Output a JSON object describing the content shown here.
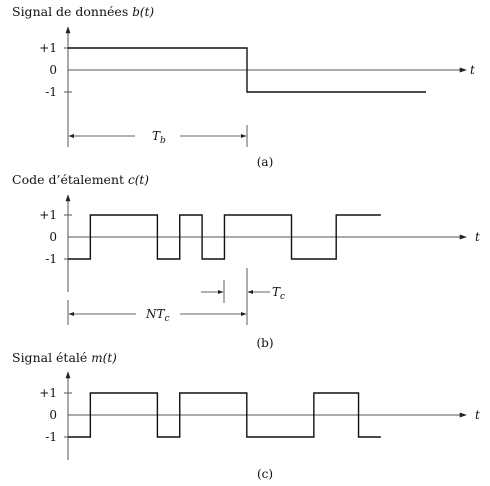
{
  "panels": [
    {
      "title_prefix": "Signal de données ",
      "title_var": "b(t)",
      "levels": [
        "+1",
        "0",
        "-1"
      ],
      "axis_var": "t",
      "caption": "(a)",
      "waveform": {
        "transitions": [
          0,
          179
        ],
        "levels": [
          1,
          -1
        ]
      },
      "measure": {
        "label": "T",
        "subscript": "b"
      }
    },
    {
      "title_prefix": "Code d’étalement ",
      "title_var": "c(t)",
      "levels": [
        "+1",
        "0",
        "-1"
      ],
      "axis_var": "t",
      "caption": "(b)",
      "waveform": {
        "chips": [
          -1,
          1,
          1,
          1,
          -1,
          1,
          -1,
          1,
          1,
          1,
          -1,
          -1,
          1,
          1
        ]
      },
      "measure_chip": {
        "label": "T",
        "subscript": "c"
      },
      "measure_period": {
        "label": "NT",
        "subscript": "c"
      }
    },
    {
      "title_prefix": "Signal étalé ",
      "title_var": "m(t)",
      "levels": [
        "+1",
        "0",
        "-1"
      ],
      "axis_var": "t",
      "caption": "(c)",
      "waveform": {
        "chips": [
          -1,
          1,
          1,
          1,
          -1,
          1,
          1,
          1,
          -1,
          -1,
          -1,
          1,
          1,
          -1
        ]
      }
    }
  ]
}
